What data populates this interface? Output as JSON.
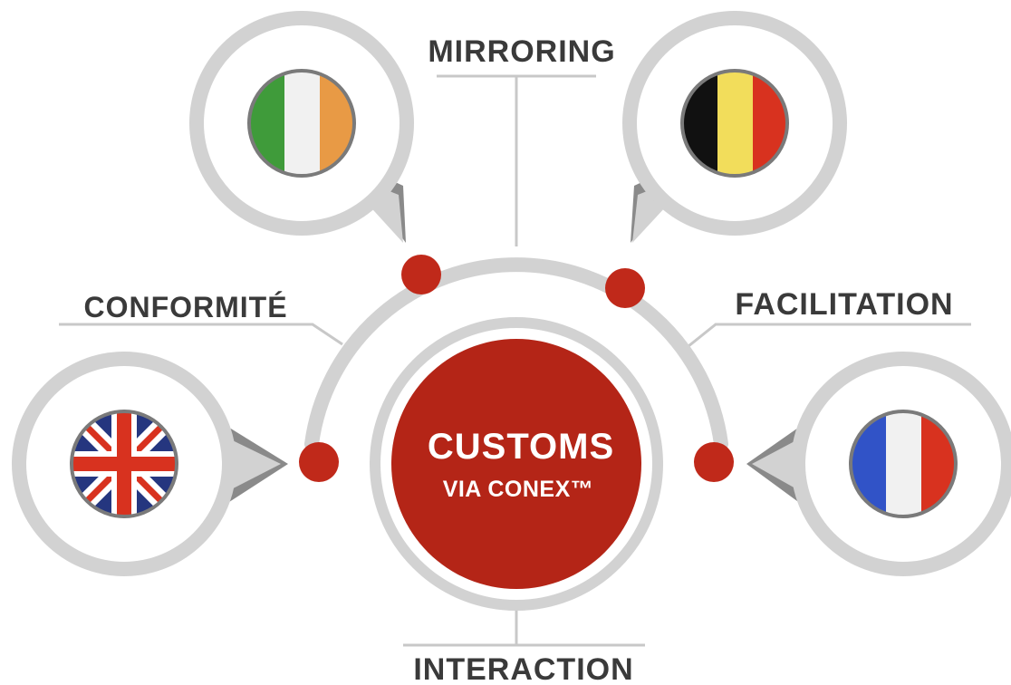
{
  "center": {
    "title": "CUSTOMS",
    "subtitle": "VIA CONEX™"
  },
  "labels": {
    "top": "MIRRORING",
    "left": "CONFORMITÉ",
    "right": "FACILITATION",
    "bottom": "INTERACTION"
  },
  "flags": [
    "Ireland",
    "Belgium",
    "United Kingdom",
    "France"
  ],
  "colors": {
    "accent_red": "#b42517",
    "node_red": "#c0291a",
    "ring_grey": "#d2d2d2",
    "ring_dark": "#8a8a8a",
    "line_grey": "#c8c8c8",
    "text": "#3a3a3a"
  }
}
